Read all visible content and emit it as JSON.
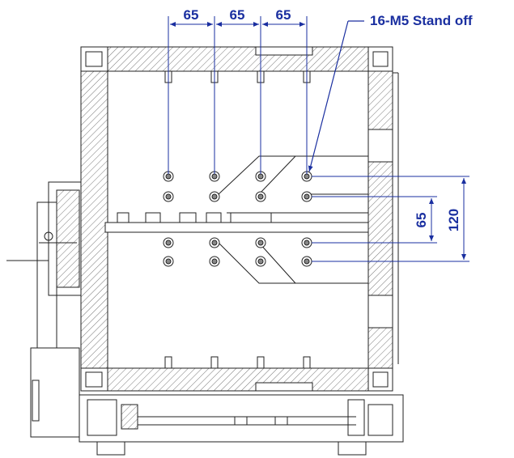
{
  "callout": {
    "label": "16-M5 Stand off"
  },
  "dimensions": {
    "top_spacing": [
      "65",
      "65",
      "65"
    ],
    "right_inner": "65",
    "right_outer": "120"
  },
  "colors": {
    "line": "#222222",
    "dimension": "#1a2fa0",
    "hatch": "#555555"
  }
}
